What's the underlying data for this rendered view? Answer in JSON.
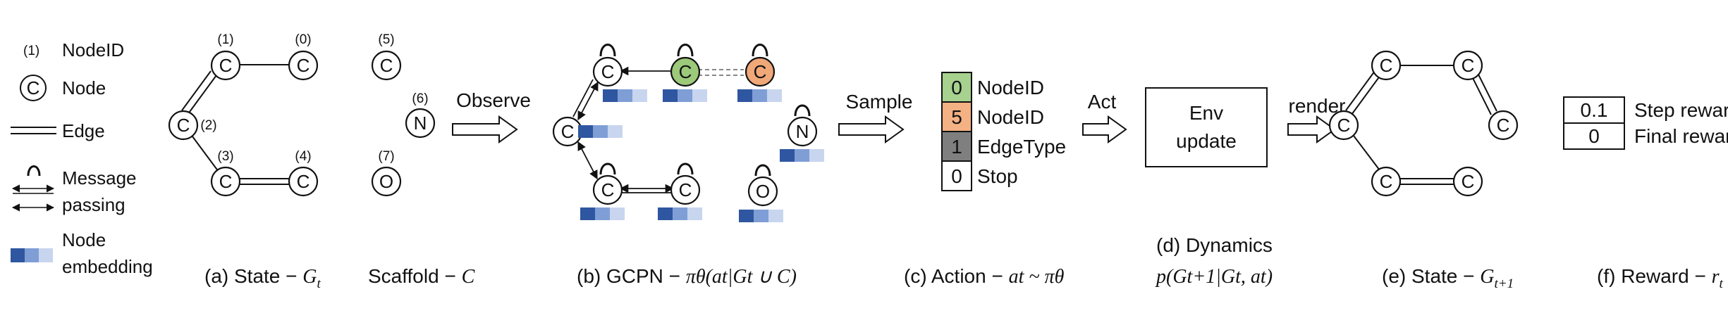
{
  "colors": {
    "embed_dark": "#2f56a0",
    "embed_mid": "#7f9ed6",
    "embed_light": "#c8d5ef",
    "node_green": "#9cc97a",
    "node_orange": "#f0a878",
    "cell_green": "#a6d18e",
    "cell_orange": "#f4b183",
    "cell_gray": "#7f7f7f"
  },
  "legend": {
    "nodeid_sample": "(1)",
    "nodeid_label": "NodeID",
    "node_sample": "C",
    "node_label": "Node",
    "edge_label": "Edge",
    "message_label_1": "Message",
    "message_label_2": "passing",
    "embedding_label_1": "Node",
    "embedding_label_2": "embedding"
  },
  "state_graph": {
    "nodes": [
      {
        "letter": "C",
        "id": "(1)"
      },
      {
        "letter": "C",
        "id": "(0)"
      },
      {
        "letter": "C",
        "id": "(2)"
      },
      {
        "letter": "C",
        "id": "(3)"
      },
      {
        "letter": "C",
        "id": "(4)"
      }
    ],
    "scaffold": [
      {
        "letter": "C",
        "id": "(5)"
      },
      {
        "letter": "N",
        "id": "(6)"
      },
      {
        "letter": "O",
        "id": "(7)"
      }
    ]
  },
  "gcpn_nodes": [
    "C",
    "C",
    "C",
    "C",
    "C",
    "N",
    "C",
    "O"
  ],
  "arrows": {
    "observe": "Observe",
    "sample": "Sample",
    "act": "Act",
    "render": "render"
  },
  "action": {
    "rows": [
      {
        "value": "0",
        "label": "NodeID"
      },
      {
        "value": "5",
        "label": "NodeID"
      },
      {
        "value": "1",
        "label": "EdgeType"
      },
      {
        "value": "0",
        "label": "Stop"
      }
    ]
  },
  "env": {
    "line1": "Env",
    "line2": "update"
  },
  "next_state_nodes": [
    "C",
    "C",
    "C",
    "C",
    "C",
    "C"
  ],
  "reward": {
    "rows": [
      {
        "value": "0.1",
        "label": "Step reward"
      },
      {
        "value": "0",
        "label": "Final reward"
      }
    ]
  },
  "captions": {
    "a_prefix": "(a) State − ",
    "a_var": "G",
    "a_sub": "t",
    "scaffold_prefix": "Scaffold − ",
    "scaffold_var": "C",
    "b_prefix": "(b) GCPN − ",
    "b_math": "πθ(at|Gt ∪ C)",
    "c_prefix": "(c) Action − ",
    "c_math": "at ~ πθ",
    "d_line1": "(d) Dynamics",
    "d_math": "p(Gt+1|Gt, at)",
    "e_prefix": "(e) State − ",
    "e_var": "G",
    "e_sub": "t+1",
    "f_prefix": "(f) Reward − ",
    "f_var": "r",
    "f_sub": "t"
  }
}
